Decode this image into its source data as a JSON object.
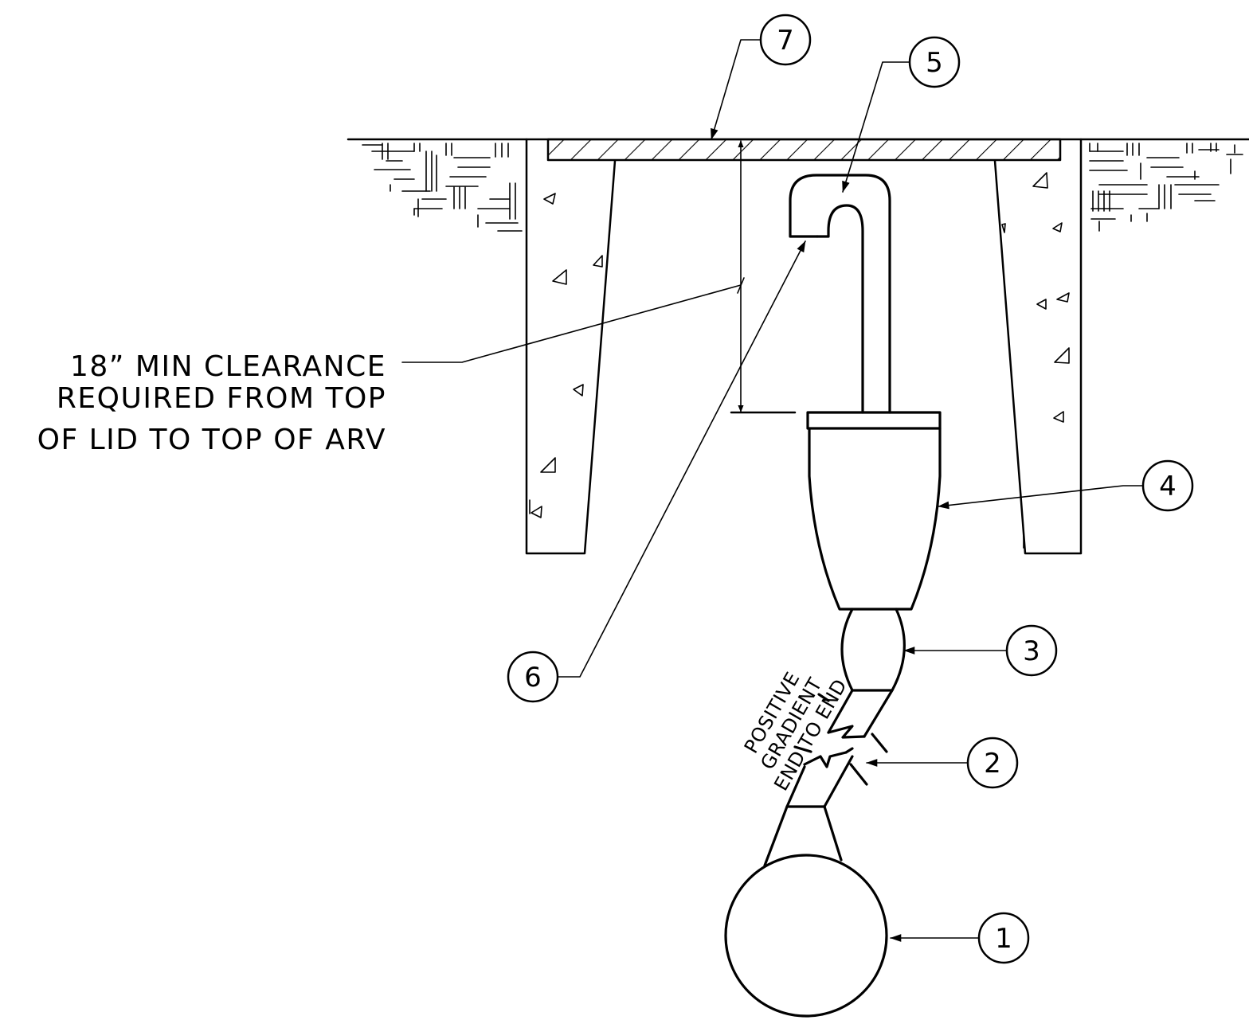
{
  "callouts": {
    "c1": "1",
    "c2": "2",
    "c3": "3",
    "c4": "4",
    "c5": "5",
    "c6": "6",
    "c7": "7"
  },
  "clearance_note": {
    "line1": "18” MIN CLEARANCE",
    "line2": "REQUIRED FROM TOP",
    "line3": "OF LID TO TOP OF ARV"
  },
  "gradient_note": {
    "line1": "POSITIVE",
    "line2": "GRADIENT",
    "line3": "END TO END"
  }
}
